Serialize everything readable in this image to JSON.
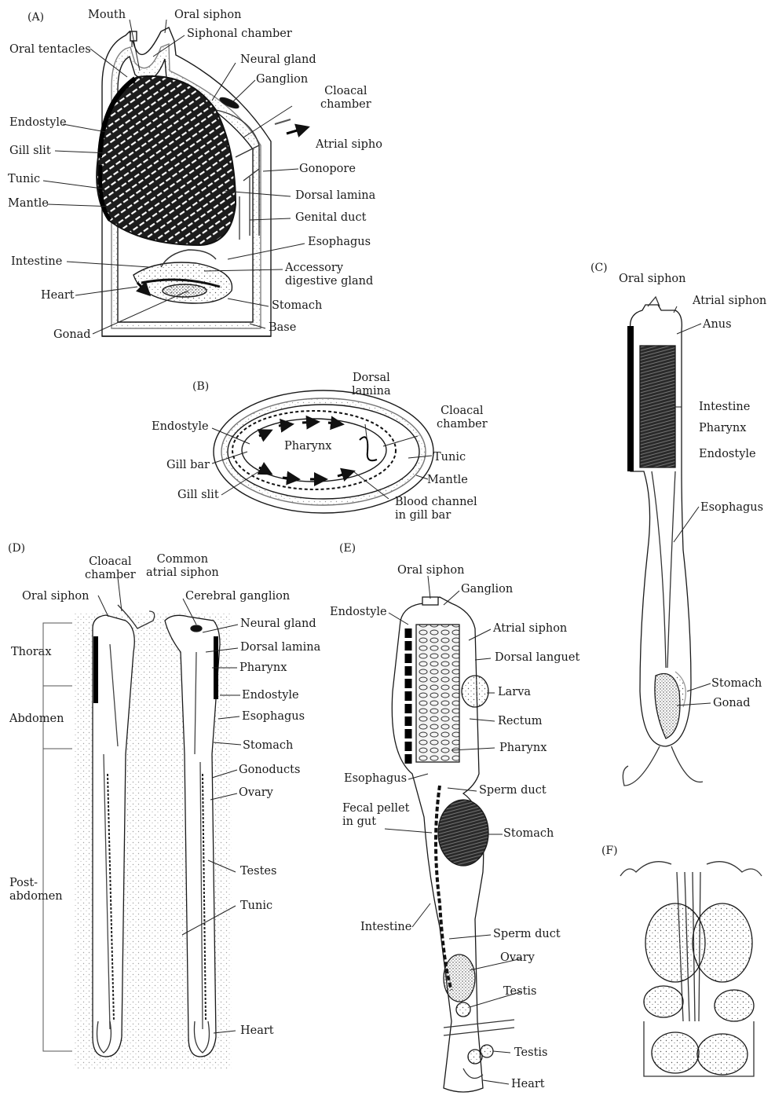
{
  "panels": {
    "A": {
      "tag": "(A)",
      "labels": {
        "mouth": "Mouth",
        "oral_siphon": "Oral siphon",
        "siphonal_chamber": "Siphonal chamber",
        "oral_tentacles": "Oral tentacles",
        "neural_gland": "Neural gland",
        "ganglion": "Ganglion",
        "cloacal_chamber": "Cloacal\nchamber",
        "endostyle": "Endostyle",
        "atrial_sipho": "Atrial sipho",
        "gill_slit": "Gill slit",
        "gonopore": "Gonopore",
        "tunic": "Tunic",
        "dorsal_lamina": "Dorsal lamina",
        "mantle": "Mantle",
        "genital_duct": "Genital duct",
        "esophagus": "Esophagus",
        "intestine": "Intestine",
        "accessory": "Accessory\ndigestive gland",
        "heart": "Heart",
        "stomach": "Stomach",
        "gonad": "Gonad",
        "base": "Base"
      }
    },
    "B": {
      "tag": "(B)",
      "labels": {
        "dorsal_lamina": "Dorsal\nlamina",
        "cloacal_chamber": "Cloacal\nchamber",
        "endostyle": "Endostyle",
        "pharynx": "Pharynx",
        "tunic": "Tunic",
        "gill_bar": "Gill bar",
        "mantle": "Mantle",
        "gill_slit": "Gill slit",
        "blood_channel": "Blood channel\nin gill bar"
      }
    },
    "C": {
      "tag": "(C)",
      "labels": {
        "oral_siphon": "Oral siphon",
        "atrial_siphon": "Atrial siphon",
        "anus": "Anus",
        "intestine": "Intestine",
        "pharynx": "Pharynx",
        "endostyle": "Endostyle",
        "esophagus": "Esophagus",
        "stomach": "Stomach",
        "gonad": "Gonad"
      }
    },
    "D": {
      "tag": "(D)",
      "labels": {
        "cloacal_chamber": "Cloacal\nchamber",
        "common_atrial": "Common\natrial siphon",
        "oral_siphon": "Oral siphon",
        "cerebral_ganglion": "Cerebral ganglion",
        "neural_gland": "Neural gland",
        "thorax": "Thorax",
        "dorsal_lamina": "Dorsal lamina",
        "pharynx": "Pharynx",
        "endostyle": "Endostyle",
        "abdomen": "Abdomen",
        "esophagus": "Esophagus",
        "stomach": "Stomach",
        "gonoducts": "Gonoducts",
        "ovary": "Ovary",
        "post_abdomen": "Post-\nabdomen",
        "testes": "Testes",
        "tunic": "Tunic",
        "heart": "Heart"
      }
    },
    "E": {
      "tag": "(E)",
      "labels": {
        "oral_siphon": "Oral siphon",
        "ganglion": "Ganglion",
        "endostyle": "Endostyle",
        "atrial_siphon": "Atrial siphon",
        "dorsal_languet": "Dorsal languet",
        "larva": "Larva",
        "rectum": "Rectum",
        "pharynx": "Pharynx",
        "esophagus": "Esophagus",
        "sperm_duct_1": "Sperm duct",
        "fecal_pellet": "Fecal pellet\nin gut",
        "stomach": "Stomach",
        "intestine": "Intestine",
        "sperm_duct_2": "Sperm duct",
        "ovary": "Ovary",
        "testis_1": "Testis",
        "testis_2": "Testis",
        "heart": "Heart"
      }
    },
    "F": {
      "tag": "(F)"
    }
  }
}
